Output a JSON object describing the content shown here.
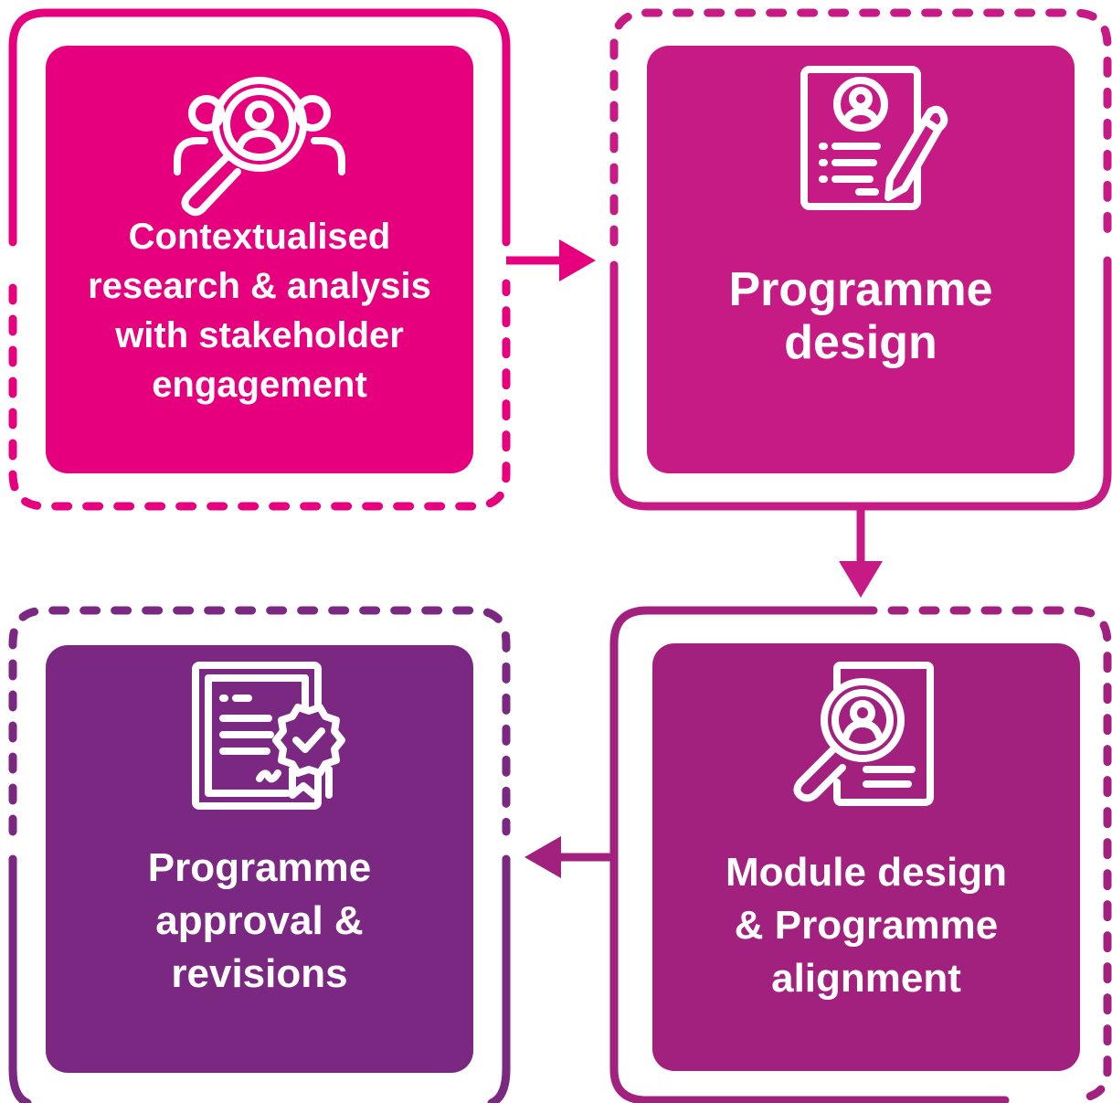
{
  "steps": [
    {
      "label": "Contextualised\nresearch & analysis\nwith stakeholder\nengagement",
      "icon": "search-people-icon",
      "color": "#e6007e"
    },
    {
      "label": "Programme\ndesign",
      "icon": "profile-document-pencil-icon",
      "color": "#c61a84"
    },
    {
      "label": "Module design\n& Programme\nalignment",
      "icon": "document-search-user-icon",
      "color": "#a3217e"
    },
    {
      "label": "Programme\napproval &\nrevisions",
      "icon": "certificate-icon",
      "color": "#7b2882"
    }
  ],
  "colors": {
    "background": "#ffffff",
    "text": "#ffffff",
    "step1_frame": "#e6007e",
    "step2_frame": "#c61a84",
    "step3_frame": "#a3217e",
    "step4_frame": "#7b2882"
  }
}
